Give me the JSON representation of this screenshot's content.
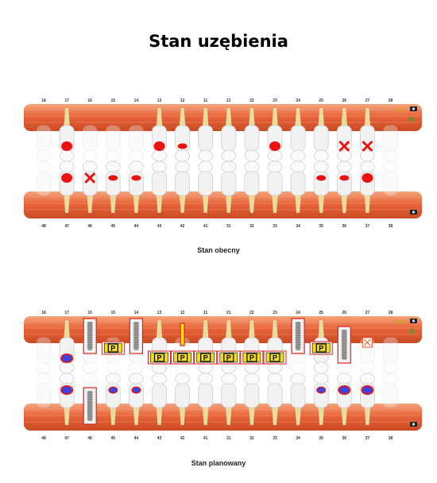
{
  "title": "Stan uzębienia",
  "colors": {
    "gum": "#e8643a",
    "gum_light": "#f6a47c",
    "tooth": "#f2f2f2",
    "tooth_outline": "#cfcfcf",
    "root": "#e9dc9e",
    "filling_red": "#ee1111",
    "filling_blue": "#3a44e0",
    "frame_red": "#dd2222",
    "bridge_yellow": "#f2dd1c"
  },
  "upper_numbers": [
    "18",
    "17",
    "16",
    "15",
    "14",
    "13",
    "12",
    "11",
    "21",
    "22",
    "23",
    "24",
    "25",
    "26",
    "27",
    "28"
  ],
  "lower_numbers": [
    "48",
    "47",
    "46",
    "45",
    "44",
    "43",
    "42",
    "41",
    "31",
    "32",
    "33",
    "34",
    "35",
    "36",
    "37",
    "38"
  ],
  "toolbar": {
    "mark_label": "VVV",
    "icons": [
      "camera-icon",
      "tooth-tool-icon",
      "camera-icon"
    ]
  },
  "charts": [
    {
      "caption": "Stan obecny",
      "upper_present": [
        false,
        true,
        false,
        false,
        false,
        true,
        true,
        true,
        true,
        true,
        true,
        true,
        true,
        true,
        true,
        false
      ],
      "lower_present": [
        false,
        true,
        true,
        true,
        true,
        true,
        true,
        true,
        true,
        true,
        true,
        true,
        true,
        true,
        true,
        false
      ],
      "upper_marks": [
        {
          "tooth": 1,
          "kind": "fill-red"
        },
        {
          "tooth": 5,
          "kind": "fill-red"
        },
        {
          "tooth": 6,
          "kind": "fill-red-small"
        },
        {
          "tooth": 10,
          "kind": "fill-red"
        },
        {
          "tooth": 13,
          "kind": "x-red"
        },
        {
          "tooth": 14,
          "kind": "x-red"
        }
      ],
      "lower_marks": [
        {
          "tooth": 1,
          "kind": "fill-red"
        },
        {
          "tooth": 2,
          "kind": "x-red"
        },
        {
          "tooth": 3,
          "kind": "fill-red-small"
        },
        {
          "tooth": 4,
          "kind": "fill-red-small"
        },
        {
          "tooth": 12,
          "kind": "fill-red-small"
        },
        {
          "tooth": 13,
          "kind": "fill-red-small"
        },
        {
          "tooth": 14,
          "kind": "fill-red"
        }
      ]
    },
    {
      "caption": "Stan planowany",
      "upper_present": [
        false,
        true,
        false,
        false,
        false,
        true,
        false,
        true,
        true,
        true,
        true,
        false,
        true,
        false,
        false,
        false
      ],
      "lower_present": [
        false,
        true,
        false,
        true,
        true,
        true,
        true,
        true,
        true,
        true,
        true,
        true,
        true,
        true,
        true,
        false
      ],
      "upper_marks": [
        {
          "tooth": 1,
          "kind": "fill-blue"
        },
        {
          "tooth": 2,
          "kind": "implant"
        },
        {
          "tooth": 3,
          "kind": "pontic-up"
        },
        {
          "tooth": 4,
          "kind": "implant"
        },
        {
          "tooth": 5,
          "kind": "pontic"
        },
        {
          "tooth": 6,
          "kind": "pontic"
        },
        {
          "tooth": 6,
          "kind": "post"
        },
        {
          "tooth": 7,
          "kind": "pontic"
        },
        {
          "tooth": 8,
          "kind": "pontic"
        },
        {
          "tooth": 9,
          "kind": "pontic"
        },
        {
          "tooth": 10,
          "kind": "pontic"
        },
        {
          "tooth": 11,
          "kind": "implant"
        },
        {
          "tooth": 12,
          "kind": "pontic-up"
        },
        {
          "tooth": 13,
          "kind": "implant-long"
        },
        {
          "tooth": 14,
          "kind": "x-box"
        }
      ],
      "lower_marks": [
        {
          "tooth": 1,
          "kind": "fill-blue"
        },
        {
          "tooth": 2,
          "kind": "implant-low"
        },
        {
          "tooth": 3,
          "kind": "fill-blue-small"
        },
        {
          "tooth": 4,
          "kind": "fill-blue-small"
        },
        {
          "tooth": 12,
          "kind": "fill-blue-small"
        },
        {
          "tooth": 13,
          "kind": "fill-blue"
        },
        {
          "tooth": 14,
          "kind": "fill-blue"
        }
      ],
      "pontic_label": "P"
    }
  ]
}
